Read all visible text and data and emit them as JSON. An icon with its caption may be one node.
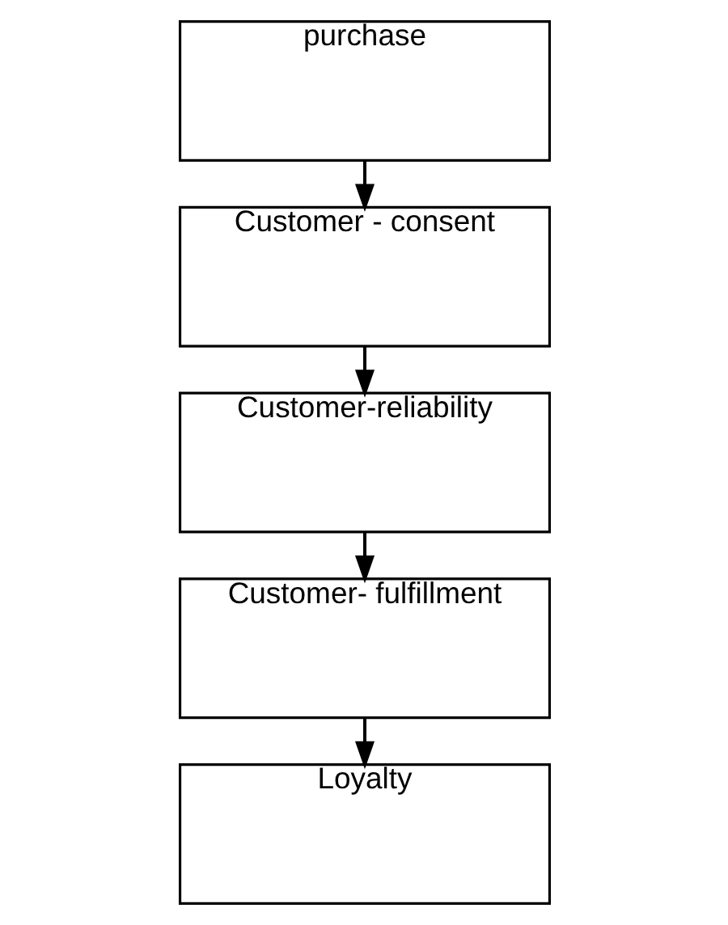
{
  "diagram": {
    "nodes": [
      {
        "text": [
          "purchase"
        ]
      },
      {
        "text": [
          "Customer - consent"
        ]
      },
      {
        "text": [
          "Customer-reliability"
        ]
      },
      {
        "text": [
          "Customer- fulfillment"
        ]
      },
      {
        "text": [
          "Loyalty"
        ]
      }
    ],
    "edges": [
      {
        "from": 0,
        "to": 1,
        "arrow": "to"
      },
      {
        "from": 1,
        "to": 2,
        "arrow": "to"
      },
      {
        "from": 2,
        "to": 3,
        "arrow": "to"
      },
      {
        "from": 3,
        "to": 4,
        "arrow": "to"
      }
    ]
  }
}
